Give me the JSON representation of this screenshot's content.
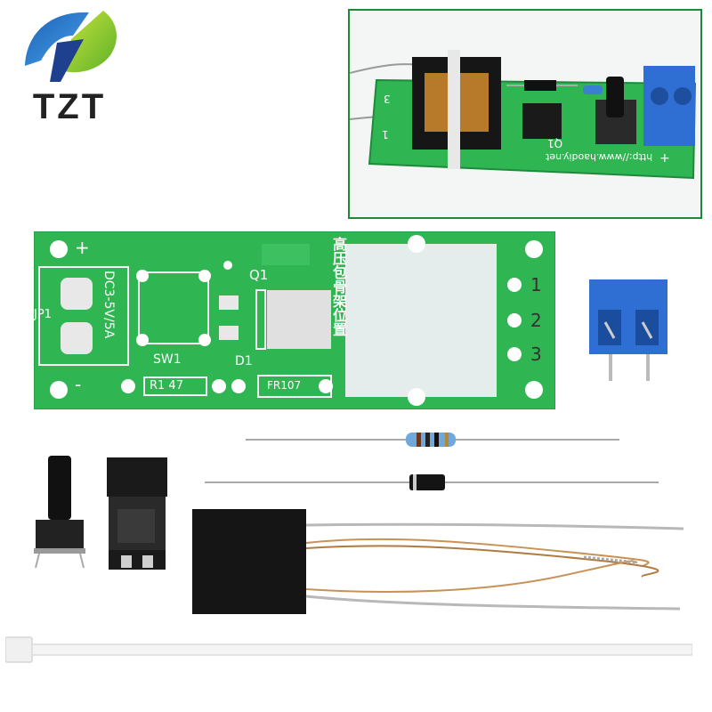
{
  "brand": {
    "name": "TZT"
  },
  "pcb": {
    "pin_labels": [
      "1",
      "2",
      "3"
    ],
    "plus_label": "+",
    "minus_label": "-",
    "input_label": "DC3-5V/5A",
    "jp_label": "JP1",
    "sw_label": "SW1",
    "q_label": "Q1",
    "d_label": "D1",
    "r_label": "R1 47",
    "fr_label": "FR107",
    "cjk_label": "高压包骨架位置"
  },
  "inset": {
    "url_text": "http://www.haodiy.net",
    "q_label": "Q1",
    "pin_labels": [
      "3",
      "1"
    ],
    "plus_label": "+"
  },
  "colors": {
    "pcb_green": "#2fb552",
    "terminal_blue": "#2f6fd4",
    "frame_green": "#1c8a3a",
    "coil_black": "#151515"
  }
}
